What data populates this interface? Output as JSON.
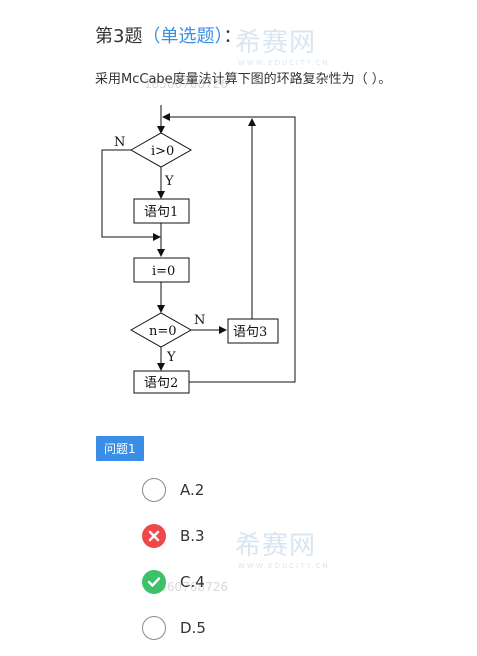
{
  "question": {
    "number_label": "第3题",
    "type_label": "（单选题）",
    "colon": "：",
    "text": "采用McCabe度量法计算下图的环路复杂性为（  ）。"
  },
  "watermark": {
    "brand": "希赛网",
    "site": "WWW.EDUCITY.CN",
    "phone": "18560768726"
  },
  "flowchart": {
    "cond1": "i>0",
    "cond1_no": "N",
    "cond1_yes": "Y",
    "stmt1": "语句1",
    "assign": "i=0",
    "cond2": "n=0",
    "cond2_no": "N",
    "cond2_yes": "Y",
    "stmt3": "语句3",
    "stmt2": "语句2"
  },
  "tag": "问题1",
  "options": [
    {
      "label": "A.2",
      "state": "none"
    },
    {
      "label": "B.3",
      "state": "wrong"
    },
    {
      "label": "C.4",
      "state": "correct"
    },
    {
      "label": "D.5",
      "state": "none"
    }
  ]
}
